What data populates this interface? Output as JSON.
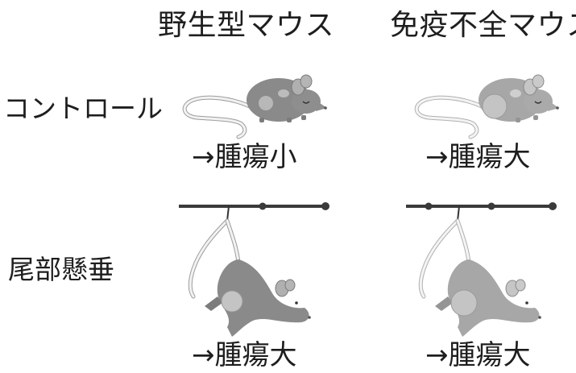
{
  "header": {
    "columns": [
      {
        "label": "野生型マウス"
      },
      {
        "label": "免疫不全マウス"
      }
    ]
  },
  "rows": [
    {
      "label": "コントロール"
    },
    {
      "label": "尾部懸垂"
    }
  ],
  "results": {
    "wildtype_control": "→腫瘍小",
    "immunodeficient_control": "→腫瘍大",
    "wildtype_suspension": "→腫瘍大",
    "immunodeficient_suspension": "→腫瘍大"
  },
  "colors": {
    "mouse_wildtype": "#8a8a8a",
    "mouse_immunodeficient": "#a7a7a7",
    "tumor": "#c4c4c4",
    "bar": "#3a3a3a"
  },
  "icons": [
    "mouse-standing",
    "mouse-hanging",
    "suspension-bar"
  ]
}
